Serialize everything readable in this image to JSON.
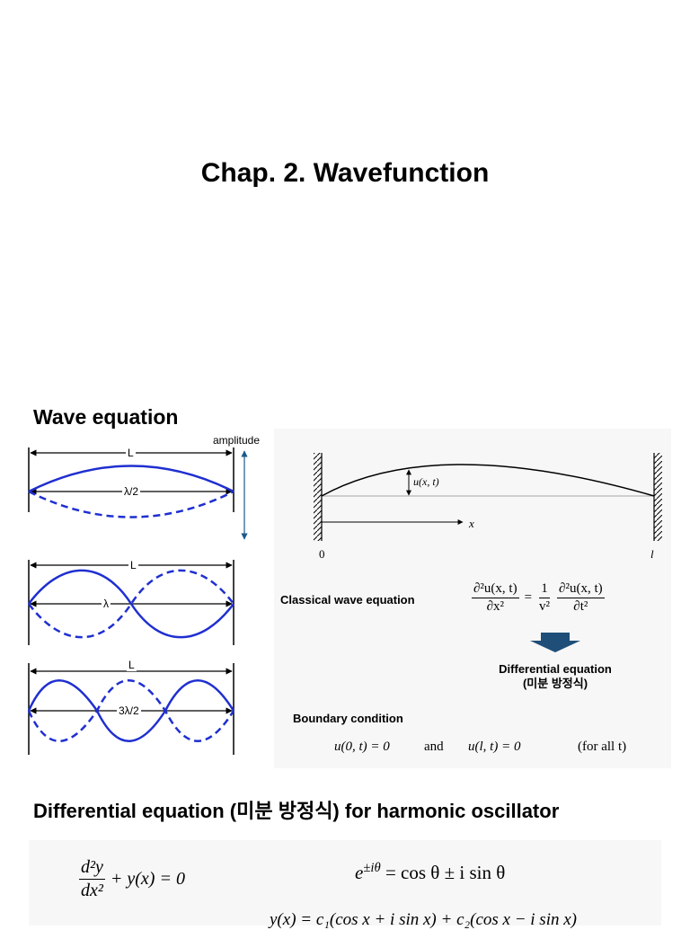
{
  "page": {
    "title": "Chap. 2. Wavefunction"
  },
  "wave_section": {
    "heading": "Wave equation",
    "amplitude_label": "amplitude",
    "modes": [
      {
        "length_label": "L",
        "wavelength_label": "λ/2"
      },
      {
        "length_label": "L",
        "wavelength_label": "λ"
      },
      {
        "length_label": "L",
        "wavelength_label": "3λ/2"
      }
    ]
  },
  "string_diagram": {
    "displacement_label": "u(x, t)",
    "axis_label": "x",
    "left_end_label": "0",
    "right_end_label": "l"
  },
  "classical": {
    "label": "Classical wave equation",
    "lhs_num": "∂²u(x, t)",
    "lhs_den": "∂x²",
    "equals": "=",
    "coef_num": "1",
    "coef_den": "v²",
    "rhs_num": "∂²u(x, t)",
    "rhs_den": "∂t²"
  },
  "diff_eq_box": {
    "line1": "Differential equation",
    "line2": "(미분 방정식)"
  },
  "boundary": {
    "label": "Boundary condition",
    "cond1": "u(0, t) = 0",
    "and_word": "and",
    "cond2": "u(l, t) = 0",
    "for_all": "(for all t)"
  },
  "harmonic": {
    "heading": "Differential equation (미분 방정식) for harmonic oscillator",
    "eq1_num": "d²y",
    "eq1_den": "dx²",
    "eq1_rest": "+ y(x) = 0",
    "euler": "e^{±iθ} = cos θ ± i sin θ",
    "euler_base": "e",
    "euler_exp": "±iθ",
    "euler_rest": "= cos θ ± i sin θ",
    "partial_line": "y(x) = c₁(cos x + i sin x) + c₂(cos x − i sin x)"
  }
}
